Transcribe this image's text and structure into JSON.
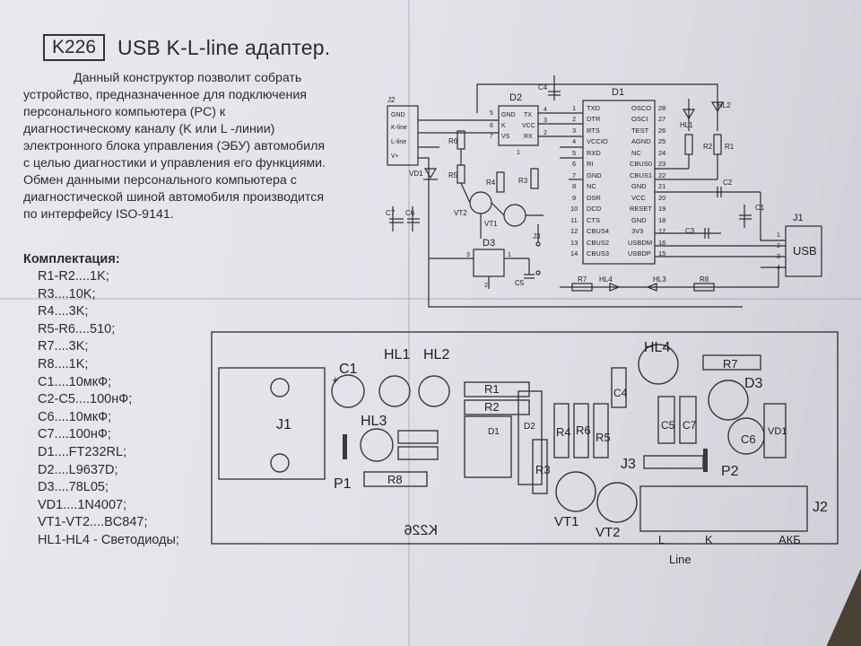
{
  "header": {
    "code": "K226",
    "title": "USB K-L-line адаптер."
  },
  "description": [
    "Данный конструктор позволит собрать",
    "устройство, предназначенное для подключения",
    "персонального компьютера (PC) к",
    "диагностическому каналу (K или L -линии)",
    "электронного блока управления (ЭБУ) автомобиля",
    "с целью диагностики и управления его функциями.",
    "Обмен данными персонального компьютера с",
    "диагностической шиной автомобиля производится",
    "по интерфейсу ISO-9141."
  ],
  "kit": {
    "title": "Комплектация:",
    "items": [
      "R1-R2....1K;",
      "R3....10K;",
      "R4....3K;",
      "R5-R6....510;",
      "R7....3K;",
      "R8....1K;",
      "C1....10мкФ;",
      "C2-C5....100нФ;",
      "C6....10мкФ;",
      "C7....100нФ;",
      "D1....FT232RL;",
      "D2....L9637D;",
      "D3....78L05;",
      "VD1....1N4007;",
      "VT1-VT2....BC847;",
      "HL1-HL4 - Светодиоды;"
    ]
  },
  "schematic": {
    "d1_label": "D1",
    "d1_left_pins": [
      "TXD",
      "DTR",
      "RTS",
      "VCCIO",
      "RXD",
      "RI",
      "GND",
      "NC",
      "DSR",
      "DCD",
      "CTS",
      "CBUS4",
      "CBUS2",
      "CBUS3"
    ],
    "d1_left_nums": [
      "1",
      "2",
      "3",
      "4",
      "5",
      "6",
      "7",
      "8",
      "9",
      "10",
      "11",
      "12",
      "13",
      "14"
    ],
    "d1_right_pins": [
      "OSCO",
      "OSCI",
      "TEST",
      "AGND",
      "NC",
      "CBUS0",
      "CBUS1",
      "GND",
      "VCC",
      "RESET",
      "GND",
      "3V3",
      "USBDM",
      "USBDP"
    ],
    "d1_right_nums": [
      "28",
      "27",
      "26",
      "25",
      "24",
      "23",
      "22",
      "21",
      "20",
      "19",
      "18",
      "17",
      "16",
      "15"
    ],
    "d2_label": "D2",
    "d2_left_pins": [
      "GND",
      "K",
      "VS"
    ],
    "d2_right_pins": [
      "TX",
      "VCC",
      "RX"
    ],
    "d2_nums": [
      "5",
      "6",
      "7",
      "4",
      "3",
      "2",
      "1"
    ],
    "j2_label": "J2",
    "j2_pins": [
      "GND",
      "K-line",
      "L-line",
      "V+"
    ],
    "j1_label": "J1",
    "j1_text": "USB",
    "j1_nums": [
      "1",
      "2",
      "3",
      "4"
    ],
    "d3_label": "D3",
    "d3_nums": [
      "3",
      "1",
      "2"
    ],
    "labels": [
      "R6",
      "R5",
      "R4",
      "R3",
      "R2",
      "R1",
      "R7",
      "R8",
      "C4",
      "C2",
      "C1",
      "C3",
      "C5",
      "C6",
      "C7",
      "VD1",
      "VT1",
      "VT2",
      "HL1",
      "HL2",
      "HL3",
      "HL4",
      "J3"
    ]
  },
  "pcb": {
    "labels": [
      "C1",
      "HL1",
      "HL2",
      "HL3",
      "HL4",
      "R1",
      "R2",
      "R3",
      "R4",
      "R5",
      "R6",
      "R7",
      "R8",
      "C4",
      "C5",
      "C6",
      "C7",
      "D3",
      "VD1",
      "J1",
      "J2",
      "J3",
      "P1",
      "P2",
      "VT1",
      "VT2",
      "D1",
      "D2",
      "+"
    ],
    "mirror_text": "K226",
    "j2_terminals": [
      "L",
      "K",
      "АКБ"
    ],
    "line_label": "Line"
  }
}
